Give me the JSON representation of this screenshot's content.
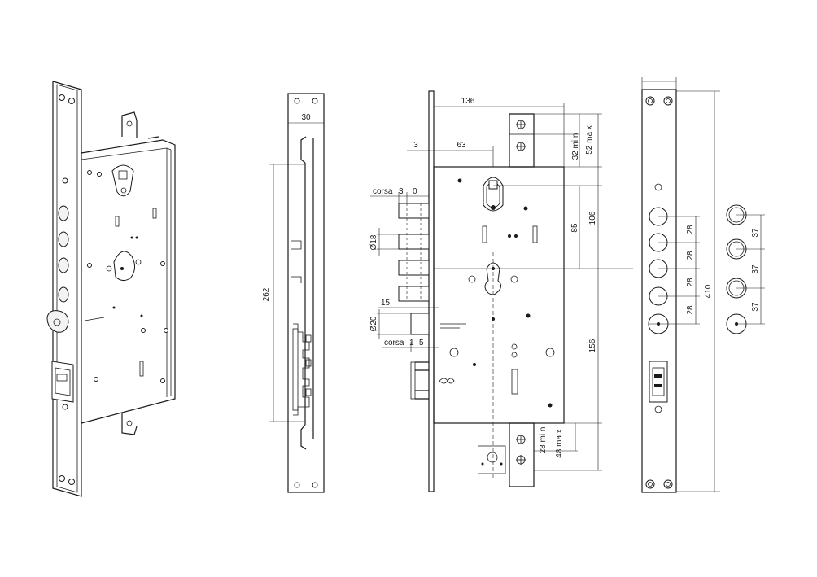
{
  "labels": {
    "side_width": "30",
    "side_height": "262",
    "backset": "136",
    "plate_thickness": "3",
    "latch_to_center": "63",
    "top_tab_min": "32 mi n",
    "top_tab_max": "52 ma x",
    "spindle_to_cylinder": "85",
    "top_to_cylinder": "106",
    "cylinder_to_bottom": "156",
    "bottom_tab_min": "28 mi n",
    "bottom_tab_max": "48 ma x",
    "stroke_label_top": "corsa",
    "stroke_top_a": "3",
    "stroke_top_b": "0",
    "bolt_diameter": "Ø18",
    "latch_offset": "15",
    "latch_diameter": "Ø20",
    "stroke_label_bottom": "corsa",
    "stroke_bottom_a": "1",
    "stroke_bottom_b": "5",
    "faceplate_length": "410",
    "bolt_spacing": [
      "28",
      "28",
      "28",
      "28"
    ],
    "detail_spacing": [
      "37",
      "37",
      "37"
    ]
  }
}
